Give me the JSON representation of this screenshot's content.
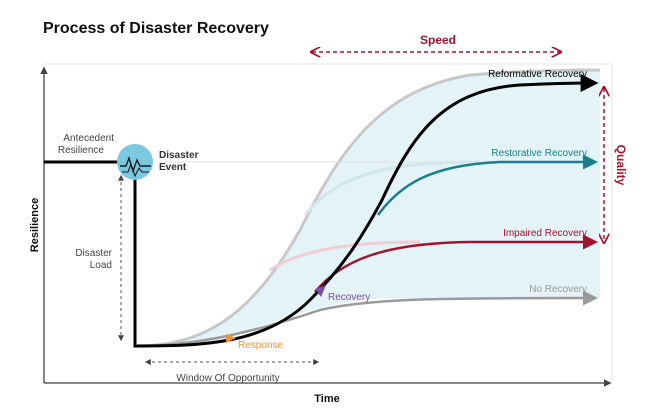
{
  "title": "Process of Disaster Recovery",
  "axes": {
    "x_label": "Time",
    "y_label": "Resilience"
  },
  "dimensions": {
    "speed_label": "Speed",
    "quality_label": "Quality"
  },
  "state_labels": {
    "antecedent_resilience": "Antecedent Resilience",
    "disaster_event": "Disaster Event",
    "disaster_load": "Disaster Load",
    "response": "Response",
    "recovery": "Recovery",
    "window_of_opportunity": "Window Of Opportunity"
  },
  "curves": {
    "reformative": {
      "label": "Reformative Recovery",
      "color": "#000000"
    },
    "restorative": {
      "label": "Restorative Recovery",
      "color": "#197f8c"
    },
    "impaired": {
      "label": "Impaired Recovery",
      "color": "#a4122f"
    },
    "none": {
      "label": "No Recovery",
      "color": "#9a9a9a"
    }
  },
  "colors": {
    "band_fill": "#e3f3f8",
    "event_circle": "#7ac9e1",
    "response_marker": "#f0923a",
    "recovery_marker": "#7b4ca0",
    "speed_quality": "#a4122f",
    "ghost_curve": "#c8c8c8"
  },
  "icons": {
    "event": "seismograph-icon"
  }
}
